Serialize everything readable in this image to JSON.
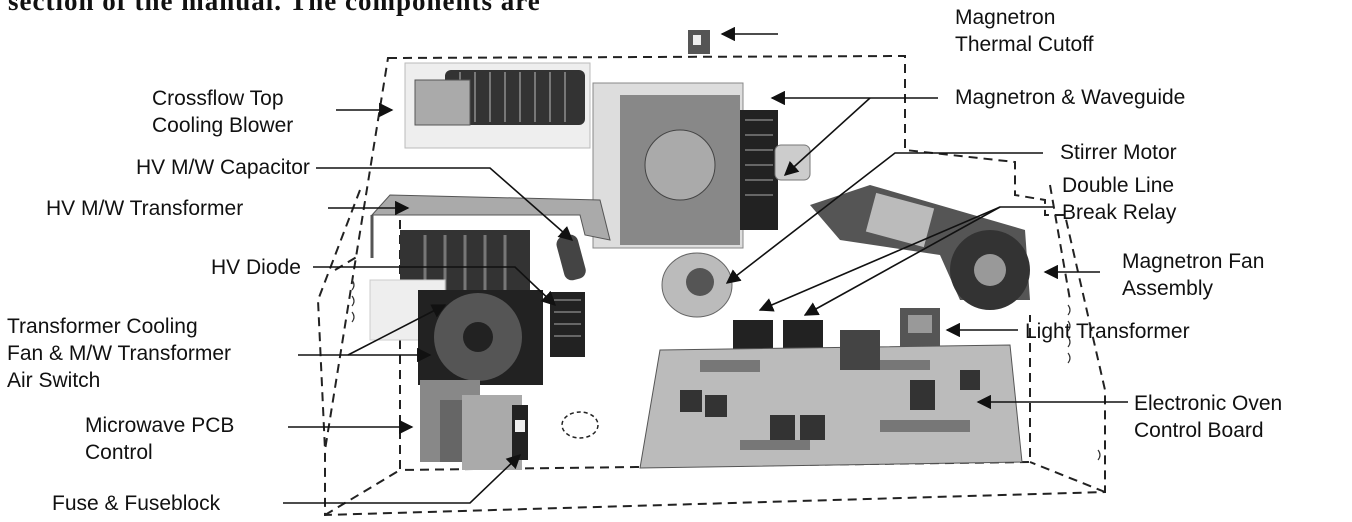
{
  "header_text": "section of the manual. The components are",
  "labels": {
    "magnetron_thermal_cutoff": [
      "Magnetron",
      "Thermal Cutoff"
    ],
    "crossflow_blower": [
      "Crossflow Top",
      "Cooling Blower"
    ],
    "magnetron_waveguide": [
      "Magnetron & Waveguide"
    ],
    "hv_capacitor": [
      "HV M/W Capacitor"
    ],
    "stirrer_motor": [
      "Stirrer Motor"
    ],
    "hv_transformer": [
      "HV M/W Transformer"
    ],
    "double_line_relay": [
      "Double Line",
      "Break Relay"
    ],
    "hv_diode": [
      "HV Diode"
    ],
    "magnetron_fan": [
      "Magnetron Fan",
      "Assembly"
    ],
    "transformer_cooling_fan": [
      "Transformer Cooling",
      "Fan & M/W Transformer",
      "Air Switch"
    ],
    "light_transformer": [
      "Light Transformer"
    ],
    "electronic_oven_control": [
      "Electronic Oven",
      "Control Board"
    ],
    "microwave_pcb": [
      "Microwave PCB",
      "Control"
    ],
    "fuse_fuseblock": [
      "Fuse & Fuseblock"
    ]
  }
}
